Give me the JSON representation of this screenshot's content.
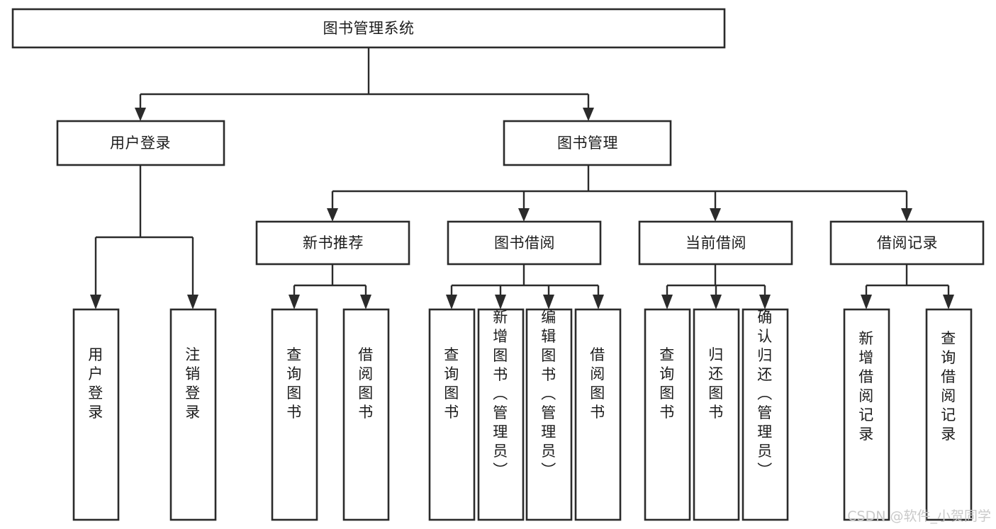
{
  "diagram": {
    "type": "tree-flowchart",
    "title": "图书管理系统",
    "orientation": "top-down",
    "levels": 4,
    "colors": {
      "box_fill": "#ffffff",
      "box_stroke": "#2b2b2b",
      "text": "#1c1c1c",
      "connector": "#2b2b2b",
      "watermark": "#c9c9c9",
      "background": "#ffffff"
    },
    "root": {
      "label": "图书管理系统"
    },
    "level2": [
      {
        "label": "用户登录"
      },
      {
        "label": "图书管理"
      }
    ],
    "level3": [
      {
        "label": "新书推荐"
      },
      {
        "label": "图书借阅"
      },
      {
        "label": "当前借阅"
      },
      {
        "label": "借阅记录"
      }
    ],
    "leaves": {
      "user_login": [
        {
          "label": "用户登录"
        },
        {
          "label": "注销登录"
        }
      ],
      "new_book_recommend": [
        {
          "label": "查询图书"
        },
        {
          "label": "借阅图书"
        }
      ],
      "book_borrow": [
        {
          "label": "查询图书"
        },
        {
          "label": "新增图书（管理员）"
        },
        {
          "label": "编辑图书（管理员）"
        },
        {
          "label": "借阅图书"
        }
      ],
      "current_borrow": [
        {
          "label": "查询图书"
        },
        {
          "label": "归还图书"
        },
        {
          "label": "确认归还（管理员）"
        }
      ],
      "borrow_record": [
        {
          "label": "新增借阅记录"
        },
        {
          "label": "查询借阅记录"
        }
      ]
    },
    "watermark": "CSDN @软件_小贺同学"
  }
}
